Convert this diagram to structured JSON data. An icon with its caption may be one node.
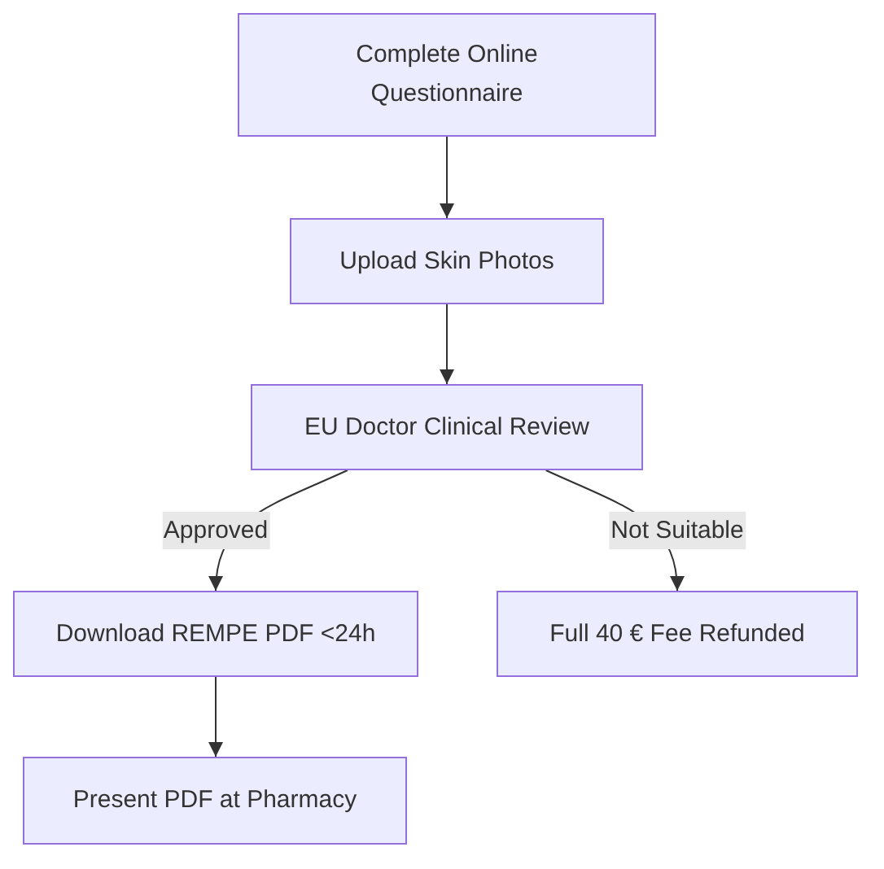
{
  "diagram": {
    "nodes": [
      {
        "text": [
          "Complete Online Questionnaire"
        ]
      },
      {
        "text": [
          "Upload Skin Photos"
        ]
      },
      {
        "text": [
          "EU Doctor Clinical Review"
        ]
      },
      {
        "text": [
          "Download REMPE PDF <24h"
        ]
      },
      {
        "text": [
          "Full 40 € Fee Refunded"
        ]
      },
      {
        "text": [
          "Present PDF at Pharmacy"
        ]
      }
    ],
    "edges": [
      {
        "from": 0,
        "to": 1,
        "arrow": "to"
      },
      {
        "from": 1,
        "to": 2,
        "arrow": "to"
      },
      {
        "from": 2,
        "to": 3,
        "label": "Approved",
        "arrow": "to"
      },
      {
        "from": 2,
        "to": 4,
        "label": "Not Suitable",
        "arrow": "to"
      },
      {
        "from": 3,
        "to": 5,
        "arrow": "to"
      }
    ]
  }
}
